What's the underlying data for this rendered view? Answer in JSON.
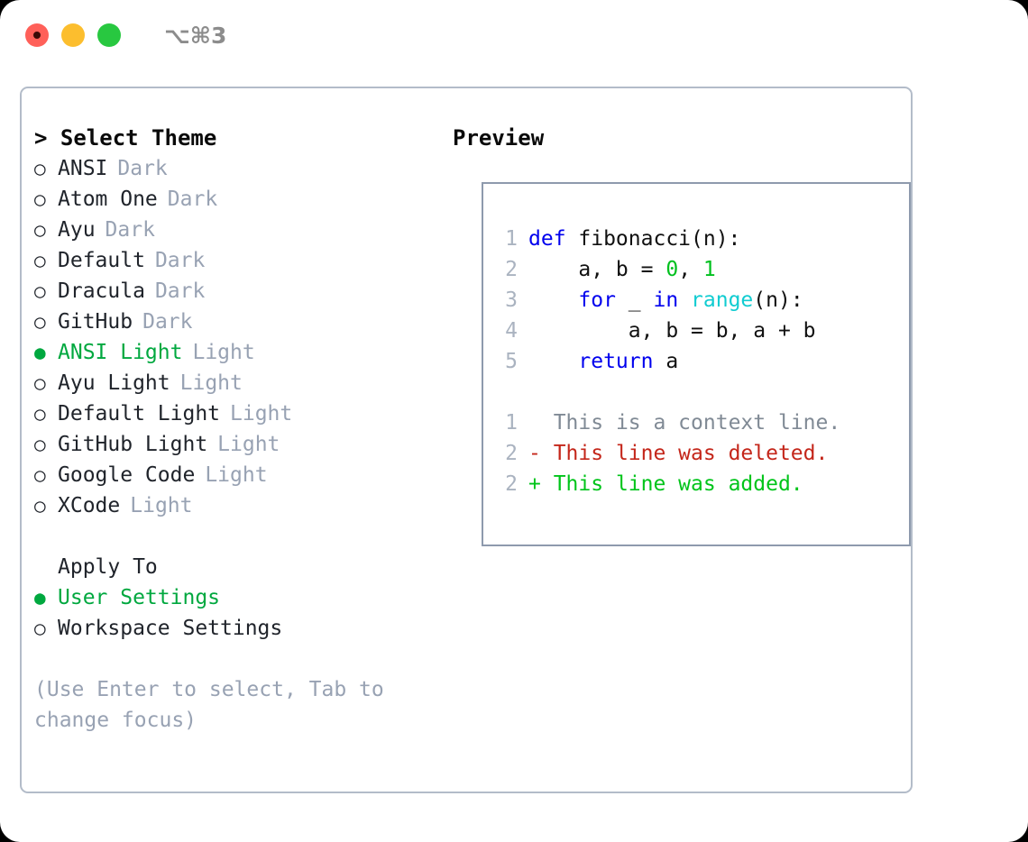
{
  "titlebar": {
    "shortcut": "⌥⌘3",
    "buttons": [
      {
        "name": "close",
        "color": "#ff6059"
      },
      {
        "name": "minimize",
        "color": "#fcbe2e"
      },
      {
        "name": "maximize",
        "color": "#28c840"
      }
    ]
  },
  "left": {
    "heading": "> Select Theme",
    "themes": [
      {
        "bullet": "○",
        "name": "ANSI",
        "variant": "Dark",
        "selected": false
      },
      {
        "bullet": "○",
        "name": "Atom One",
        "variant": "Dark",
        "selected": false
      },
      {
        "bullet": "○",
        "name": "Ayu",
        "variant": "Dark",
        "selected": false
      },
      {
        "bullet": "○",
        "name": "Default",
        "variant": "Dark",
        "selected": false
      },
      {
        "bullet": "○",
        "name": "Dracula",
        "variant": "Dark",
        "selected": false
      },
      {
        "bullet": "○",
        "name": "GitHub",
        "variant": "Dark",
        "selected": false
      },
      {
        "bullet": "●",
        "name": "ANSI Light",
        "variant": "Light",
        "selected": true
      },
      {
        "bullet": "○",
        "name": "Ayu Light",
        "variant": "Light",
        "selected": false
      },
      {
        "bullet": "○",
        "name": "Default Light",
        "variant": "Light",
        "selected": false
      },
      {
        "bullet": "○",
        "name": "GitHub Light",
        "variant": "Light",
        "selected": false
      },
      {
        "bullet": "○",
        "name": "Google Code",
        "variant": "Light",
        "selected": false
      },
      {
        "bullet": "○",
        "name": "XCode",
        "variant": "Light",
        "selected": false
      }
    ],
    "apply_to": {
      "heading": "Apply To",
      "options": [
        {
          "bullet": "●",
          "name": "User Settings",
          "selected": true
        },
        {
          "bullet": "○",
          "name": "Workspace Settings",
          "selected": false
        }
      ]
    },
    "hint": "(Use Enter to select, Tab to change focus)"
  },
  "right": {
    "heading": "Preview",
    "code_lines": [
      {
        "num": "1",
        "tokens": [
          {
            "t": "def",
            "c": "kw"
          },
          {
            "t": " fibonacci(n):",
            "c": "plain"
          }
        ]
      },
      {
        "num": "2",
        "tokens": [
          {
            "t": "    a, b = ",
            "c": "plain"
          },
          {
            "t": "0",
            "c": "num"
          },
          {
            "t": ", ",
            "c": "plain"
          },
          {
            "t": "1",
            "c": "num"
          }
        ]
      },
      {
        "num": "3",
        "tokens": [
          {
            "t": "    ",
            "c": "plain"
          },
          {
            "t": "for",
            "c": "kw"
          },
          {
            "t": " _ ",
            "c": "plain"
          },
          {
            "t": "in",
            "c": "kw"
          },
          {
            "t": " ",
            "c": "plain"
          },
          {
            "t": "range",
            "c": "fn"
          },
          {
            "t": "(n):",
            "c": "plain"
          }
        ]
      },
      {
        "num": "4",
        "tokens": [
          {
            "t": "        a, b = b, a + b",
            "c": "plain"
          }
        ]
      },
      {
        "num": "5",
        "tokens": [
          {
            "t": "    ",
            "c": "plain"
          },
          {
            "t": "return",
            "c": "kw"
          },
          {
            "t": " a",
            "c": "plain"
          }
        ]
      }
    ],
    "diff_lines": [
      {
        "num": "1",
        "marker": " ",
        "text": "This is a context line.",
        "kind": "context"
      },
      {
        "num": "2",
        "marker": "-",
        "text": "This line was deleted.",
        "kind": "del"
      },
      {
        "num": "2",
        "marker": "+",
        "text": "This line was added.",
        "kind": "add"
      }
    ]
  },
  "colors": {
    "accent_green": "#00a83f",
    "muted": "#98a2b3",
    "border": "#b3bcc9",
    "preview_border": "#8e9aad",
    "keyword_blue": "#0000ee",
    "number_green": "#00c01e",
    "function_cyan": "#11ccd1",
    "diff_del_red": "#c4261a",
    "diff_add_green": "#00c41a"
  }
}
